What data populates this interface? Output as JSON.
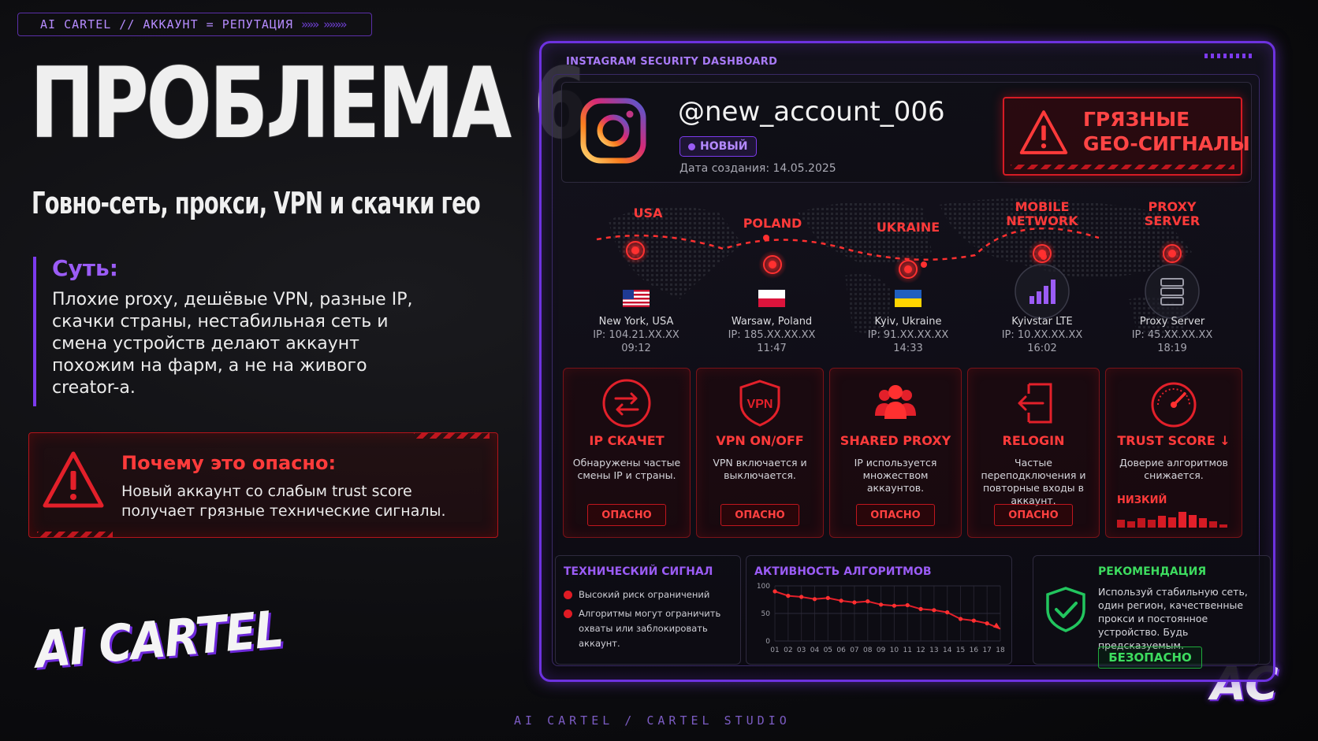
{
  "topbar": {
    "text": "AI CARTEL // АККАУНТ = РЕПУТАЦИЯ",
    "arrows": "»»» »»»»"
  },
  "title": "ПРОБЛЕМА 6",
  "subtitle": "Говно-сеть, прокси, VPN и скачки гео",
  "essence": {
    "heading": "Суть:",
    "text": "Плохие proxy, дешёвые VPN, разные IP, скачки страны, нестабильная сеть и смена устройств делают аккаунт похожим на фарм, а не на живого creator-а."
  },
  "danger": {
    "heading": "Почему это опасно:",
    "text": "Новый аккаунт со слабым trust score получает грязные технические сигналы."
  },
  "brand_logo": "AI CARTEL",
  "footer": "AI CARTEL / CARTEL STUDIO",
  "corner_logo": "AC",
  "dashboard": {
    "label": "INSTAGRAM SECURITY DASHBOARD",
    "profile": {
      "handle": "@new_account_006",
      "badge": "НОВЫЙ",
      "created": "Дата создания: 14.05.2025"
    },
    "alert": {
      "line1": "ГРЯЗНЫЕ",
      "line2": "GEO-СИГНАЛЫ"
    },
    "nodes": [
      {
        "label": "USA",
        "place": "New York, USA",
        "ip": "IP: 104.21.XX.XX",
        "time": "09:12",
        "icon": "flag-usa-icon"
      },
      {
        "label": "POLAND",
        "place": "Warsaw, Poland",
        "ip": "IP: 185.XX.XX.XX",
        "time": "11:47",
        "icon": "flag-poland-icon"
      },
      {
        "label": "UKRAINE",
        "place": "Kyiv, Ukraine",
        "ip": "IP: 91.XX.XX.XX",
        "time": "14:33",
        "icon": "flag-ukraine-icon"
      },
      {
        "label": "MOBILE NETWORK",
        "place": "Kyivstar LTE",
        "ip": "IP: 10.XX.XX.XX",
        "time": "16:02",
        "icon": "signal-bars-icon"
      },
      {
        "label": "PROXY SERVER",
        "place": "Proxy Server",
        "ip": "IP: 45.XX.XX.XX",
        "time": "18:19",
        "icon": "server-icon"
      }
    ],
    "cards": [
      {
        "title": "IP СКАЧЕТ",
        "desc": "Обнаружены частые смены IP и страны.",
        "button": "ОПАСНО",
        "icon": "swap-arrows-icon"
      },
      {
        "title": "VPN ON/OFF",
        "desc": "VPN включается и выключается.",
        "button": "ОПАСНО",
        "icon": "vpn-shield-icon"
      },
      {
        "title": "SHARED PROXY",
        "desc": "IP используется множеством аккаунтов.",
        "button": "ОПАСНО",
        "icon": "users-group-icon"
      },
      {
        "title": "RELOGIN",
        "desc": "Частые переподключения и повторные входы в аккаунт.",
        "button": "ОПАСНО",
        "icon": "login-icon"
      },
      {
        "title": "TRUST SCORE ↓",
        "desc": "Доверие алгоритмов снижается.",
        "level": "НИЗКИЙ",
        "icon": "gauge-icon"
      }
    ],
    "tech_signal": {
      "title": "ТЕХНИЧЕСКИЙ СИГНАЛ",
      "items": [
        "Высокий риск ограничений",
        "Алгоритмы могут ограничить охваты или заблокировать аккаунт."
      ]
    },
    "activity": {
      "title": "АКТИВНОСТЬ АЛГОРИТМОВ"
    },
    "recommendation": {
      "title": "РЕКОМЕНДАЦИЯ",
      "text": "Используй стабильную сеть, один регион, качественные прокси и постоянное устройство. Будь предсказуемым.",
      "button": "БЕЗОПАСНО"
    }
  },
  "colors": {
    "accent": "#7c3aed",
    "danger": "#e01b24",
    "safe": "#22c55e"
  },
  "chart_data": {
    "type": "line",
    "title": "АКТИВНОСТЬ АЛГОРИТМОВ",
    "x": [
      "01",
      "02",
      "03",
      "04",
      "05",
      "06",
      "07",
      "08",
      "09",
      "10",
      "11",
      "12",
      "13",
      "14",
      "15",
      "16",
      "17",
      "18"
    ],
    "values": [
      90,
      82,
      80,
      76,
      78,
      73,
      70,
      72,
      66,
      64,
      65,
      58,
      56,
      52,
      40,
      37,
      32,
      22
    ],
    "yticks": [
      0,
      50,
      100
    ],
    "ylim": [
      0,
      100
    ],
    "grid": true
  }
}
